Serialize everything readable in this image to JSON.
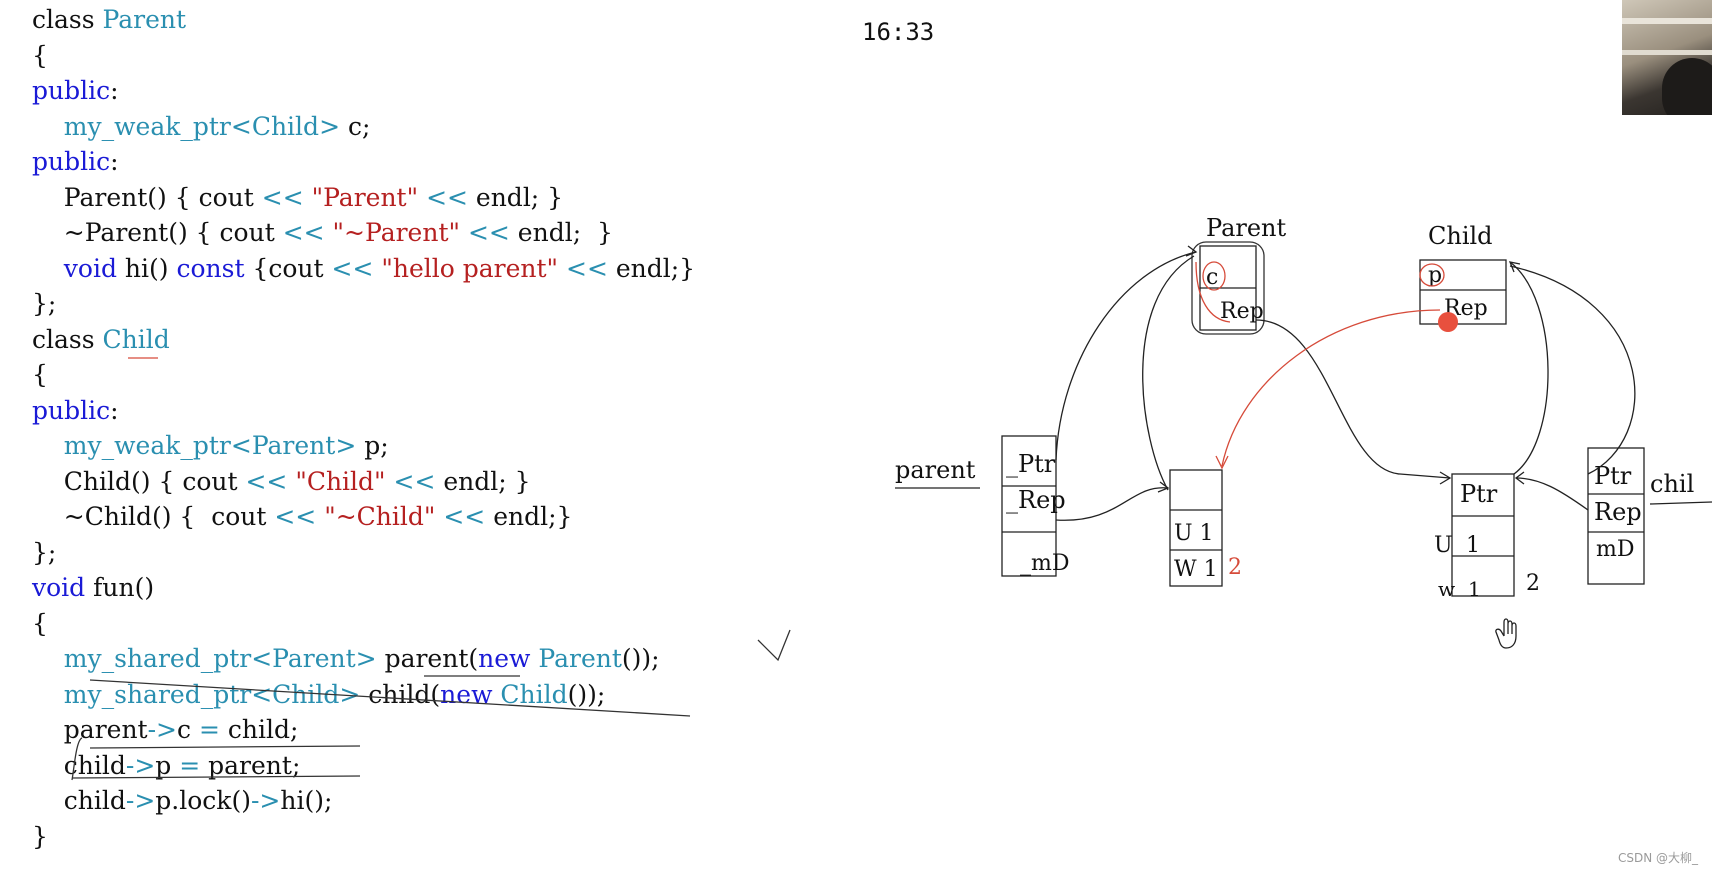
{
  "code": [
    [
      [
        "pl",
        "class "
      ],
      [
        "ty",
        "Parent"
      ]
    ],
    [
      [
        "pl",
        "{"
      ]
    ],
    [
      [
        "kw",
        "public"
      ],
      [
        "pl",
        ":"
      ]
    ],
    [
      [
        "pl",
        "    "
      ],
      [
        "ty",
        "my_weak_ptr"
      ],
      [
        "op",
        "<"
      ],
      [
        "ty",
        "Child"
      ],
      [
        "op",
        ">"
      ],
      [
        "pl",
        " c;"
      ]
    ],
    [
      [
        "kw",
        "public"
      ],
      [
        "pl",
        ":"
      ]
    ],
    [
      [
        "pl",
        "    Parent() { cout "
      ],
      [
        "op",
        "<<"
      ],
      [
        "pl",
        " "
      ],
      [
        "str",
        "\"Parent\""
      ],
      [
        "pl",
        " "
      ],
      [
        "op",
        "<<"
      ],
      [
        "pl",
        " endl; }"
      ]
    ],
    [
      [
        "pl",
        "    ~Parent() { cout "
      ],
      [
        "op",
        "<<"
      ],
      [
        "pl",
        " "
      ],
      [
        "str",
        "\"~Parent\""
      ],
      [
        "pl",
        " "
      ],
      [
        "op",
        "<<"
      ],
      [
        "pl",
        " endl;  }"
      ]
    ],
    [
      [
        "pl",
        "    "
      ],
      [
        "kw",
        "void"
      ],
      [
        "pl",
        " hi() "
      ],
      [
        "kw",
        "const"
      ],
      [
        "pl",
        " {cout "
      ],
      [
        "op",
        "<<"
      ],
      [
        "pl",
        " "
      ],
      [
        "str",
        "\"hello parent\""
      ],
      [
        "pl",
        " "
      ],
      [
        "op",
        "<<"
      ],
      [
        "pl",
        " endl;}"
      ]
    ],
    [
      [
        "pl",
        "};"
      ]
    ],
    [
      [
        "pl",
        "class "
      ],
      [
        "ty",
        "Child"
      ]
    ],
    [
      [
        "pl",
        "{"
      ]
    ],
    [
      [
        "kw",
        "public"
      ],
      [
        "pl",
        ":"
      ]
    ],
    [
      [
        "pl",
        "    "
      ],
      [
        "ty",
        "my_weak_ptr"
      ],
      [
        "op",
        "<"
      ],
      [
        "ty",
        "Parent"
      ],
      [
        "op",
        ">"
      ],
      [
        "pl",
        " p;"
      ]
    ],
    [
      [
        "pl",
        "    Child() { cout "
      ],
      [
        "op",
        "<<"
      ],
      [
        "pl",
        " "
      ],
      [
        "str",
        "\"Child\""
      ],
      [
        "pl",
        " "
      ],
      [
        "op",
        "<<"
      ],
      [
        "pl",
        " endl; }"
      ]
    ],
    [
      [
        "pl",
        "    ~Child() {  cout "
      ],
      [
        "op",
        "<<"
      ],
      [
        "pl",
        " "
      ],
      [
        "str",
        "\"~Child\""
      ],
      [
        "pl",
        " "
      ],
      [
        "op",
        "<<"
      ],
      [
        "pl",
        " endl;}"
      ]
    ],
    [
      [
        "pl",
        "};"
      ]
    ],
    [
      [
        "kw",
        "void"
      ],
      [
        "pl",
        " fun()"
      ]
    ],
    [
      [
        "pl",
        "{"
      ]
    ],
    [
      [
        "pl",
        "    "
      ],
      [
        "ty",
        "my_shared_ptr"
      ],
      [
        "op",
        "<"
      ],
      [
        "ty",
        "Parent"
      ],
      [
        "op",
        ">"
      ],
      [
        "pl",
        " parent("
      ],
      [
        "kw",
        "new"
      ],
      [
        "pl",
        " "
      ],
      [
        "ty",
        "Parent"
      ],
      [
        "pl",
        "());"
      ]
    ],
    [
      [
        "pl",
        "    "
      ],
      [
        "ty",
        "my_shared_ptr"
      ],
      [
        "op",
        "<"
      ],
      [
        "ty",
        "Child"
      ],
      [
        "op",
        ">"
      ],
      [
        "pl",
        " child("
      ],
      [
        "kw",
        "new"
      ],
      [
        "pl",
        " "
      ],
      [
        "ty",
        "Child"
      ],
      [
        "pl",
        "());"
      ]
    ],
    [
      [
        "pl",
        "    parent"
      ],
      [
        "op",
        "->"
      ],
      [
        "pl",
        "c "
      ],
      [
        "op",
        "="
      ],
      [
        "pl",
        " child;"
      ]
    ],
    [
      [
        "pl",
        "    child"
      ],
      [
        "op",
        "->"
      ],
      [
        "pl",
        "p "
      ],
      [
        "op",
        "="
      ],
      [
        "pl",
        " parent;"
      ]
    ],
    [
      [
        "pl",
        "    child"
      ],
      [
        "op",
        "->"
      ],
      [
        "pl",
        "p.lock()"
      ],
      [
        "op",
        "->"
      ],
      [
        "pl",
        "hi();"
      ]
    ],
    [
      [
        "pl",
        "}"
      ]
    ]
  ],
  "clock": "16:33",
  "diagram": {
    "parent_obj_title": "Parent",
    "parent_obj_field_c": "c",
    "parent_obj_field_rep": "Rep",
    "child_obj_title": "Child",
    "child_obj_field_p": "p",
    "child_obj_field_rep": "Rep",
    "parent_var_label": "parent",
    "parent_var_ptr": "_Ptr",
    "parent_var_rep": "_Rep",
    "parent_var_md": "_mD",
    "rc_left_u": "U 1",
    "rc_left_w": "W 1",
    "rc_left_w_note": "2",
    "rc_right_ptr": "Ptr",
    "rc_right_u_label": "U",
    "rc_right_u_val": "1",
    "rc_right_w_label": "w",
    "rc_right_w_val": "1",
    "rc_right_note": "2",
    "child_var_ptr": "Ptr",
    "child_var_rep": "Rep",
    "child_var_md": "mD",
    "child_var_label": "chil"
  },
  "watermark": "CSDN @大柳_",
  "colors": {
    "keyword": "#1a1ad6",
    "type": "#2a8fb0",
    "string": "#b52020",
    "annotation_red": "#d64b3a"
  }
}
